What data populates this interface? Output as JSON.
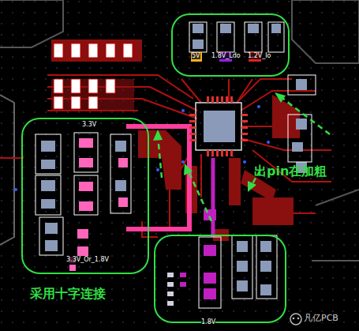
{
  "diagram": {
    "labels": [
      "5V",
      "1.8V_Ldo",
      "1.2V_Io",
      "3.3V",
      "3.3V_Or_1.8V",
      "出pin在加粗",
      "采用十字连接",
      "1.8V",
      "凡亿PCB"
    ]
  }
}
